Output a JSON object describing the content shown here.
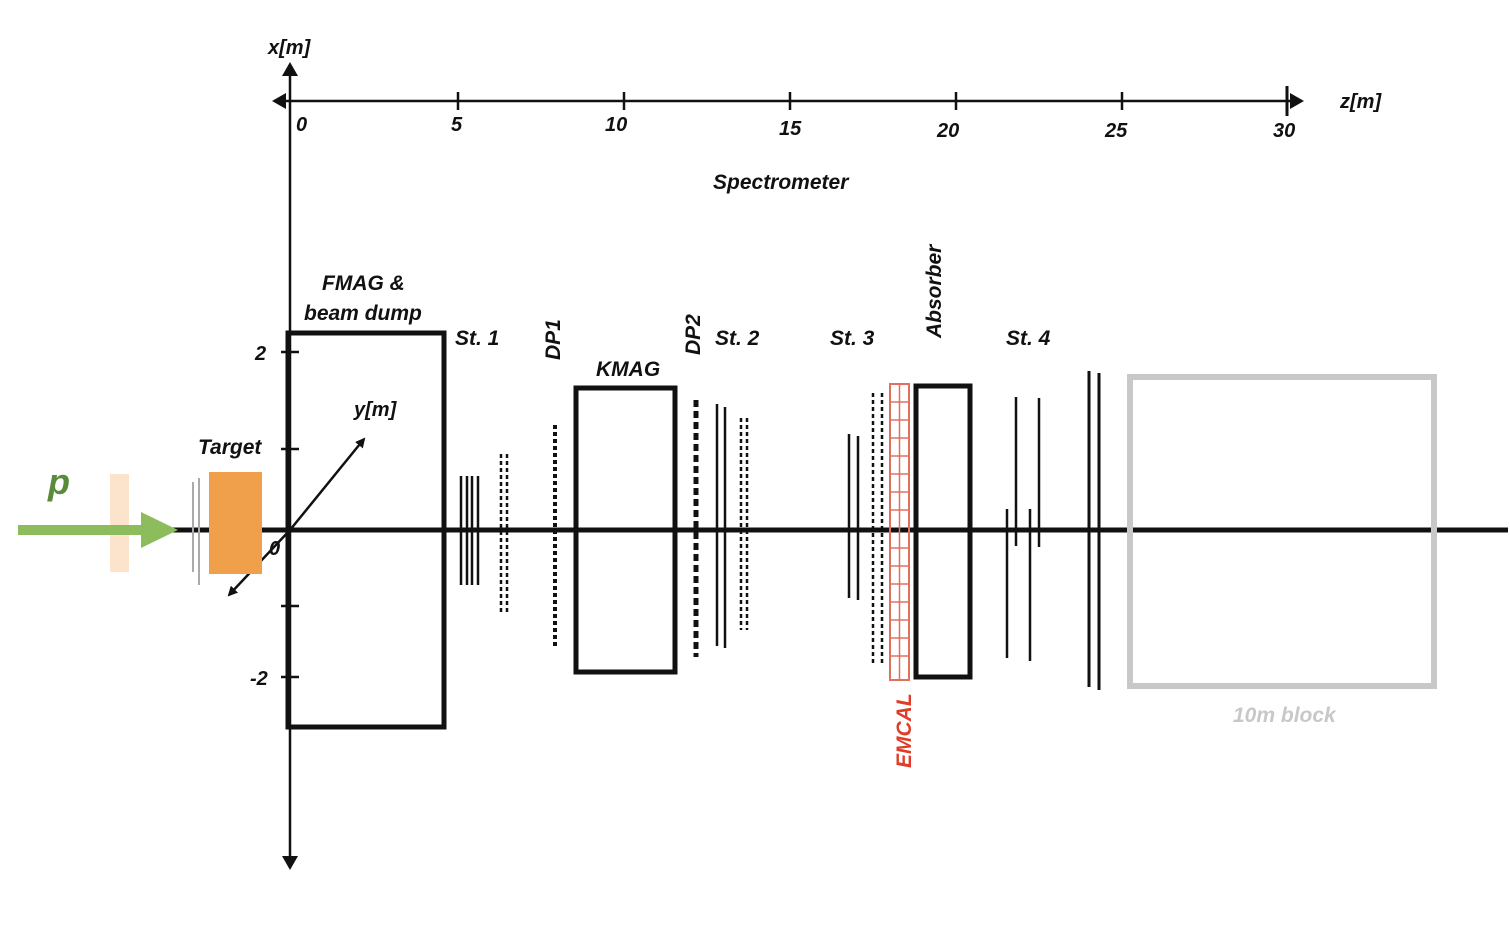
{
  "axes": {
    "z_label": "z[m]",
    "x_label": "x[m]",
    "y_label": "y[m]",
    "z_ticks": [
      "0",
      "5",
      "10",
      "15",
      "20",
      "25",
      "30"
    ],
    "x_tick_top": "2",
    "x_tick_bottom": "-2",
    "origin_label": "0"
  },
  "labels": {
    "beam": "p",
    "target": "Target",
    "fmag_line1": "FMAG &",
    "fmag_line2": "beam dump",
    "st1": "St. 1",
    "dp1": "DP1",
    "kmag": "KMAG",
    "dp2": "DP2",
    "st2": "St. 2",
    "spectrometer": "Spectrometer",
    "st3": "St. 3",
    "absorber": "Absorber",
    "emcal": "EMCAL",
    "st4": "St. 4",
    "block": "10m block"
  },
  "colors": {
    "beam": "#8cbc5c",
    "beam_label": "#5a8a3a",
    "target": "#f0a04a",
    "target_halo": "#fbe3cc",
    "emcal": "#e07060",
    "emcal_label": "#e03c28",
    "block": "#c8c8c8",
    "ink": "#111111"
  }
}
